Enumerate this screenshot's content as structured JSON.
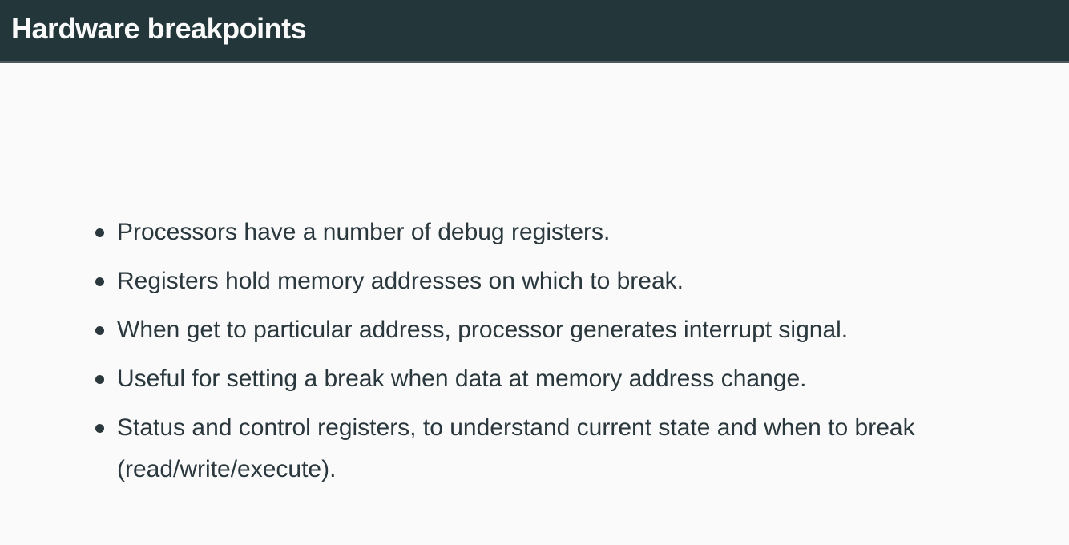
{
  "slide": {
    "title": "Hardware breakpoints",
    "bullets": [
      "Processors have a number of debug registers.",
      "Registers hold memory addresses on which to break.",
      "When get to particular address, processor generates interrupt signal.",
      "Useful for setting a break when data at memory address change.",
      "Status and control registers, to understand current state and when to break\n(read/write/execute)."
    ],
    "colors": {
      "header_background": "#23373b",
      "header_rule": "#4e5a5e",
      "title_text": "#fafafa",
      "body_background": "#fafafa",
      "body_text": "#2a383e"
    }
  }
}
